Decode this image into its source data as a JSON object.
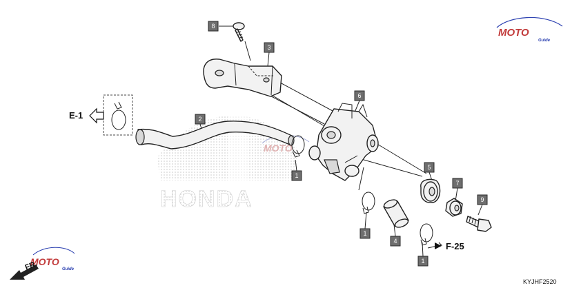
{
  "callouts": [
    {
      "id": "c8",
      "text": "8"
    },
    {
      "id": "c3",
      "text": "3"
    },
    {
      "id": "c6",
      "text": "6"
    },
    {
      "id": "c2",
      "text": "2"
    },
    {
      "id": "c1a",
      "text": "1"
    },
    {
      "id": "c5",
      "text": "5"
    },
    {
      "id": "c7",
      "text": "7"
    },
    {
      "id": "c9",
      "text": "9"
    },
    {
      "id": "c1b",
      "text": "1"
    },
    {
      "id": "c4",
      "text": "4"
    },
    {
      "id": "c1c",
      "text": "1"
    }
  ],
  "references": {
    "e1": "E-1",
    "f25": "F-25",
    "front": "FR."
  },
  "watermark": {
    "brand": "HONDA",
    "site": "MOTO",
    "site_sub": "Guide"
  },
  "diagram_code": "KYJHF2520"
}
